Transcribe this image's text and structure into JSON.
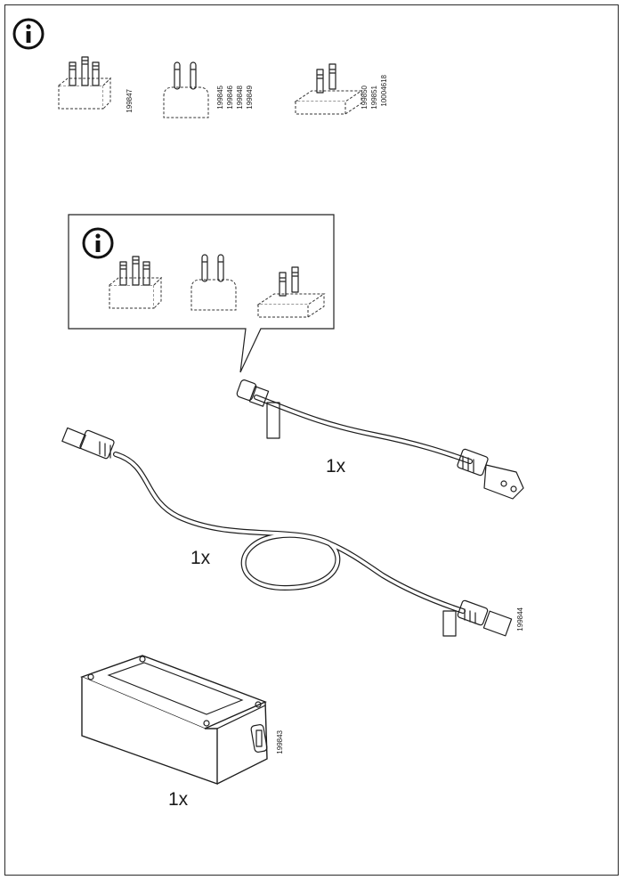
{
  "plug_adapters": {
    "items": [
      {
        "name": "uk-plug",
        "part_numbers": [
          "199847"
        ]
      },
      {
        "name": "eu-plug",
        "part_numbers": [
          "199845",
          "199846",
          "199848",
          "199849"
        ]
      },
      {
        "name": "us-plug",
        "part_numbers": [
          "199850",
          "199851",
          "10004618"
        ]
      }
    ]
  },
  "mains_cable": {
    "quantity": "1x"
  },
  "low_voltage_cable": {
    "quantity": "1x",
    "part_number": "199844"
  },
  "power_adapter": {
    "quantity": "1x",
    "part_number": "199843"
  }
}
